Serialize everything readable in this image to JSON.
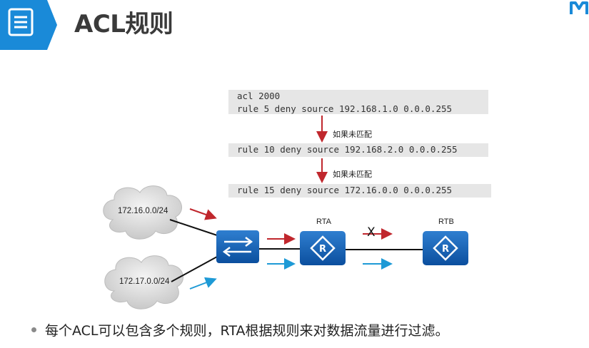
{
  "header": {
    "title": "ACL规则",
    "accent_color": "#1a8ad8",
    "icon": "document-list-icon"
  },
  "logo": {
    "icon": "m-logo-icon"
  },
  "acl": {
    "line_1": "acl 2000",
    "line_2": "rule 5 deny source 192.168.1.0 0.0.0.255",
    "line_3": "rule 10 deny source 192.168.2.0 0.0.0.255",
    "line_4": "rule 15 deny source 172.16.0.0 0.0.0.255",
    "note_1": "如果未匹配",
    "note_2": "如果未匹配"
  },
  "network": {
    "cloud_1": "172.16.0.0/24",
    "cloud_2": "172.17.0.0/24",
    "switch_icon": "switch-icon",
    "router_icon": "router-icon",
    "rta": "RTA",
    "rtb": "RTB",
    "blocked_mark": "X",
    "red_color": "#c0272d",
    "blue_color": "#1e9ad6"
  },
  "bullet": {
    "text": "每个ACL可以包含多个规则，RTA根据规则来对数据流量进行过滤。"
  }
}
